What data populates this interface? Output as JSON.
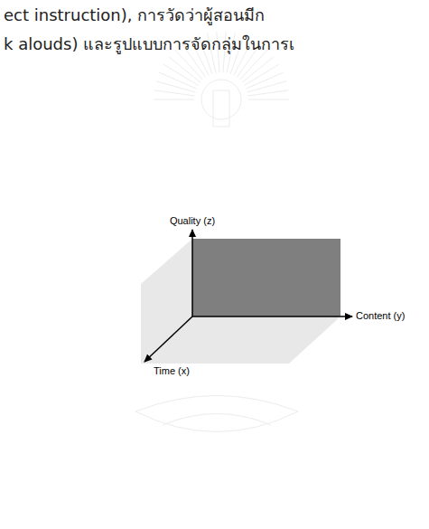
{
  "diagram": {
    "labels": [
      "ect instruction), การวัดว่าผู้สอนมีก",
      "k alouds) และรูปแบบการจัดกลุ่มในการเ",
      "Quality (z)",
      "Content (y)",
      "Time (x)"
    ]
  }
}
